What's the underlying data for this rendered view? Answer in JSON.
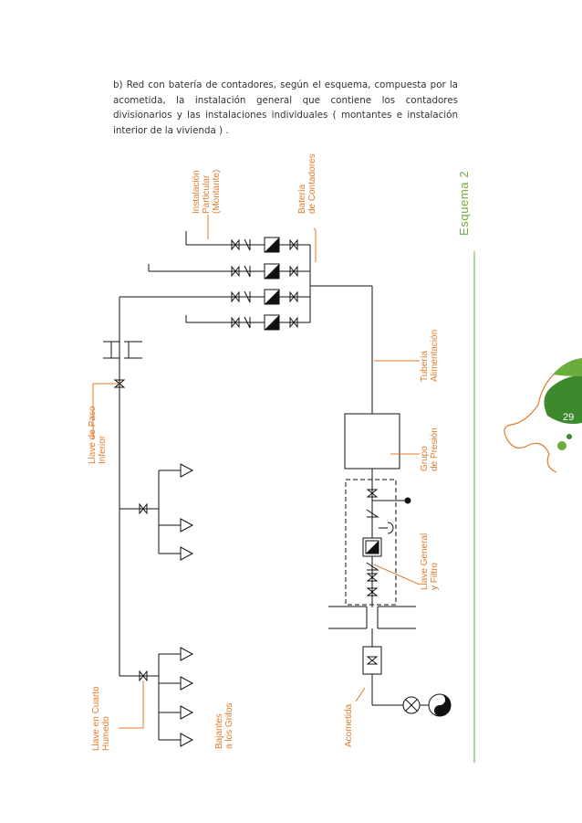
{
  "page": {
    "number": "29"
  },
  "intro": {
    "text": "b) Red con batería de contadores, según el esquema, compuesta por la acometida, la instalación general que contiene los contadores divisionarios y las instalaciones individuales ( montantes e instalación interior de la vivienda ) ."
  },
  "diagram": {
    "title": "Esquema 2",
    "labels": {
      "instalacion_particular": [
        "Instalación",
        "Particular",
        "(Montante)"
      ],
      "bateria_contadores": [
        "Batería",
        "de Contadores"
      ],
      "tuberia_alimentacion": [
        "Tubería",
        "Alimentación"
      ],
      "grupo_presion": [
        "Grupo",
        "de Presión"
      ],
      "llave_general": [
        "Llave General",
        "y Filtro"
      ],
      "acometida": [
        "Acometida"
      ],
      "llave_paso_inferior": [
        "Llave de Paso",
        "Inferior"
      ],
      "llave_cuarto_humedo": [
        "Llave en Cuarto",
        "Humedo"
      ],
      "bajantes_grifos": [
        "Bajantes",
        "a los Grifos"
      ]
    }
  },
  "colors": {
    "accent_orange": "#e07b2b",
    "accent_green": "#6aad3d",
    "dark_green": "#3d8a2e",
    "line": "#111111"
  }
}
